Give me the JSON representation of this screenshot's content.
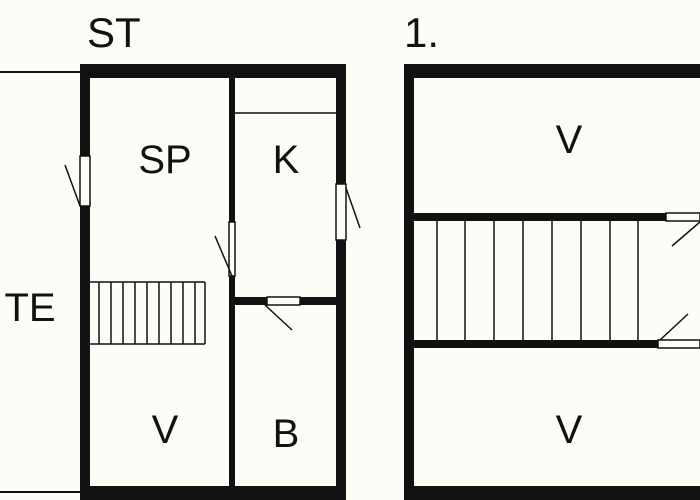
{
  "floors": {
    "ground": {
      "label": "ST"
    },
    "first": {
      "label": "1."
    }
  },
  "rooms": {
    "te": {
      "label": "TE"
    },
    "sp": {
      "label": "SP"
    },
    "k": {
      "label": "K"
    },
    "v_ground": {
      "label": "V"
    },
    "b": {
      "label": "B"
    },
    "v_upper": {
      "label": "V"
    },
    "v_lower": {
      "label": "V"
    }
  },
  "colors": {
    "wall": "#111111",
    "background": "#fdfdf8"
  }
}
